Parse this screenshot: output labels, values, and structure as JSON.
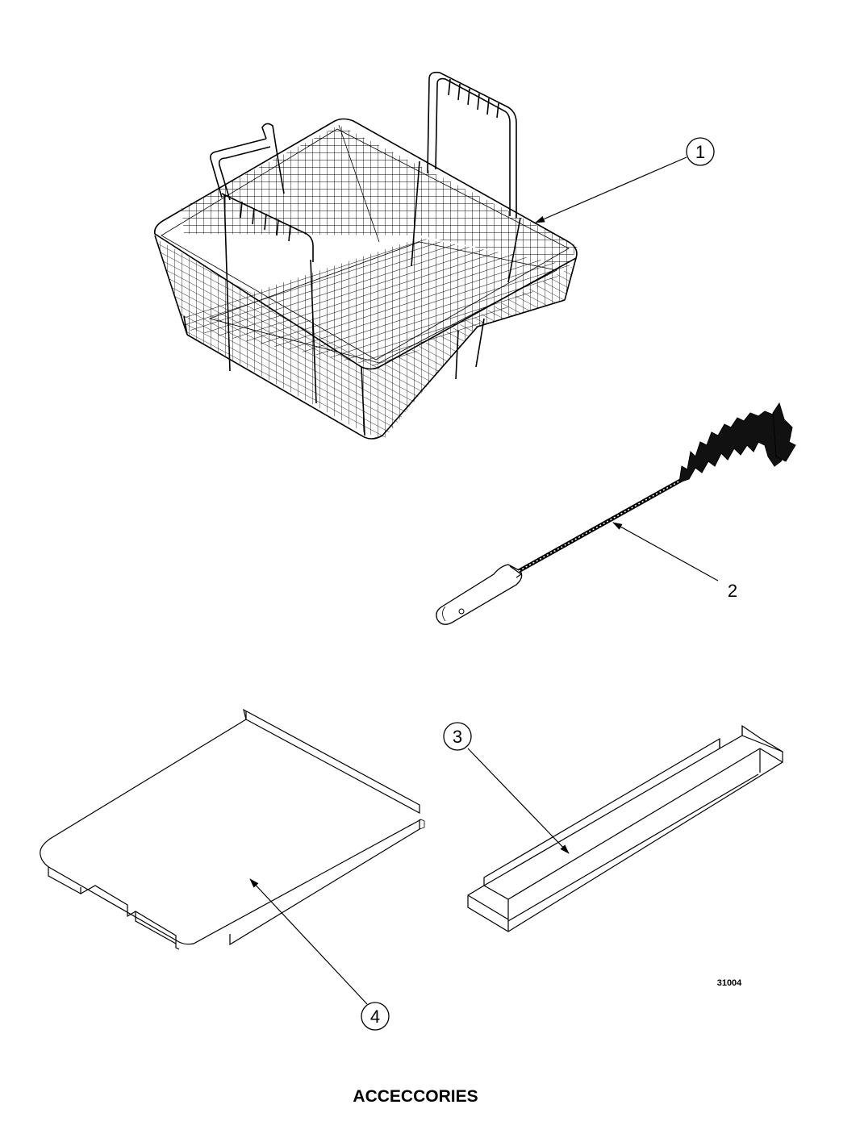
{
  "page": {
    "title": "ACCECCORIES",
    "drawing_number": "31004"
  },
  "callouts": [
    {
      "id": "1",
      "label": "1",
      "part": "fry basket",
      "icon": "fry-basket-icon"
    },
    {
      "id": "2",
      "label": "2",
      "part": "cleaning brush",
      "icon": "cleaning-brush-icon"
    },
    {
      "id": "3",
      "label": "3",
      "part": "rack support",
      "icon": "rack-support-icon"
    },
    {
      "id": "4",
      "label": "4",
      "part": "basket support plate",
      "icon": "support-plate-icon"
    }
  ],
  "colors": {
    "ink": "#000000",
    "paper": "#ffffff"
  }
}
